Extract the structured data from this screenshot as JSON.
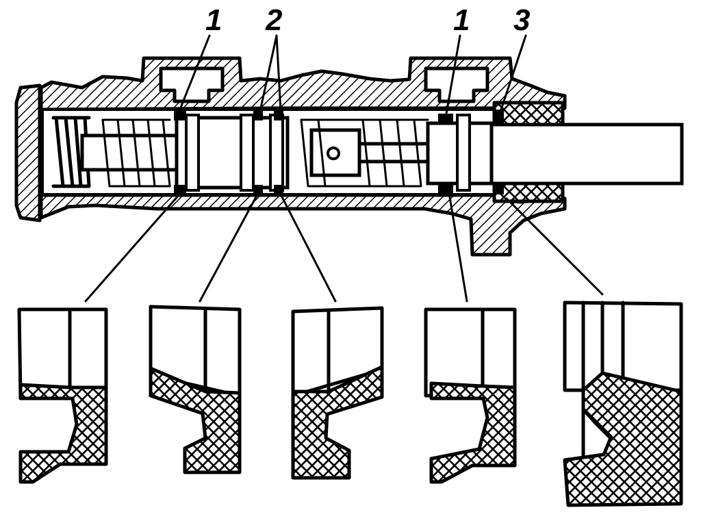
{
  "callouts": [
    {
      "id": "1a",
      "label": "1"
    },
    {
      "id": "2",
      "label": "2"
    },
    {
      "id": "1b",
      "label": "1"
    },
    {
      "id": "3",
      "label": "3"
    }
  ],
  "colors": {
    "ink": "#000000",
    "paper": "#ffffff"
  }
}
